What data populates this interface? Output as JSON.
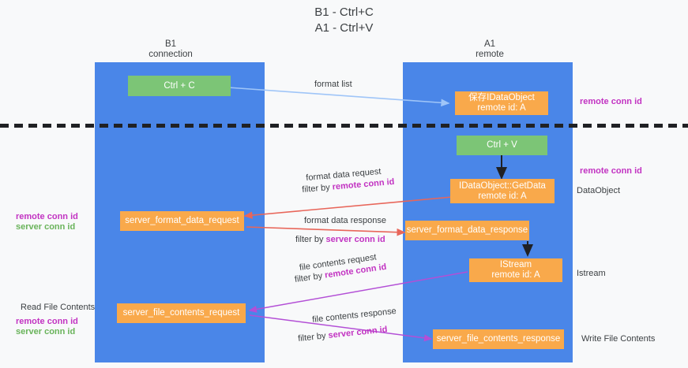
{
  "title": {
    "line1": "B1 - Ctrl+C",
    "line2": "A1 - Ctrl+V"
  },
  "lanes": [
    {
      "id": "b1",
      "title_top": "B1",
      "title_bottom": "connection",
      "color": "#4a86e8"
    },
    {
      "id": "a1",
      "title_top": "A1",
      "title_bottom": "remote",
      "color": "#4a86e8"
    }
  ],
  "nodes": {
    "ctrl_c": {
      "line1": "Ctrl + C",
      "line2": "",
      "color": "#7cc576"
    },
    "ctrl_v": {
      "line1": "Ctrl + V",
      "line2": "",
      "color": "#7cc576"
    },
    "data_object_remote": {
      "line1": "保存IDataObject",
      "line2": "remote id: A",
      "color": "#f9a94b"
    },
    "getdata": {
      "line1": "IDataObject::GetData",
      "line2": "remote id: A",
      "color": "#f9a94b"
    },
    "fmt_request": {
      "line1": "server_format_data_request",
      "line2": "",
      "color": "#f9a94b"
    },
    "fmt_response": {
      "line1": "server_format_data_response",
      "line2": "",
      "color": "#f9a94b"
    },
    "istream": {
      "line1": "IStream",
      "line2": "remote id: A",
      "color": "#f9a94b"
    },
    "file_request": {
      "line1": "server_file_contents_request",
      "line2": "",
      "color": "#f9a94b"
    },
    "file_response": {
      "line1": "server_file_contents_response",
      "line2": "",
      "color": "#f9a94b"
    }
  },
  "edge_labels": {
    "format_list": "format list",
    "fmt_req_l1": "format data request",
    "fmt_req_l2_prefix": "filter by ",
    "fmt_req_l2_key": "remote conn id",
    "fmt_res_l1": "format data response",
    "fmt_res_l2_prefix": "filter by ",
    "fmt_res_l2_key": "server conn id",
    "file_req_l1": "file contents request",
    "file_req_l2_prefix": "filter by ",
    "file_req_l2_key": "remote conn id",
    "file_res_l1": "file contents response",
    "file_res_l2_prefix": "filter by ",
    "file_res_l2_key": "server conn id"
  },
  "side_labels": {
    "right_remote_conn_1": "remote conn id",
    "right_remote_conn_2": "remote conn id",
    "right_dataobject": "DataObject",
    "right_istream": "Istream",
    "right_write_file": "Write File Contents",
    "left_remote_conn": "remote conn id",
    "left_server_conn": "server conn id",
    "left_read_file": "Read File Contents",
    "left_remote_conn_2": "remote conn id",
    "left_server_conn_2": "server conn id"
  },
  "colors": {
    "lane": "#4a86e8",
    "green_node": "#7cc576",
    "orange_node": "#f9a94b",
    "magenta": "#c233c2",
    "green_text": "#69b35a",
    "red_arrow": "#e8665a",
    "purple_arrow": "#b34fd6",
    "blue_arrow": "#9fc5f8",
    "black_arrow": "#202124",
    "background": "#f8f9fa"
  }
}
